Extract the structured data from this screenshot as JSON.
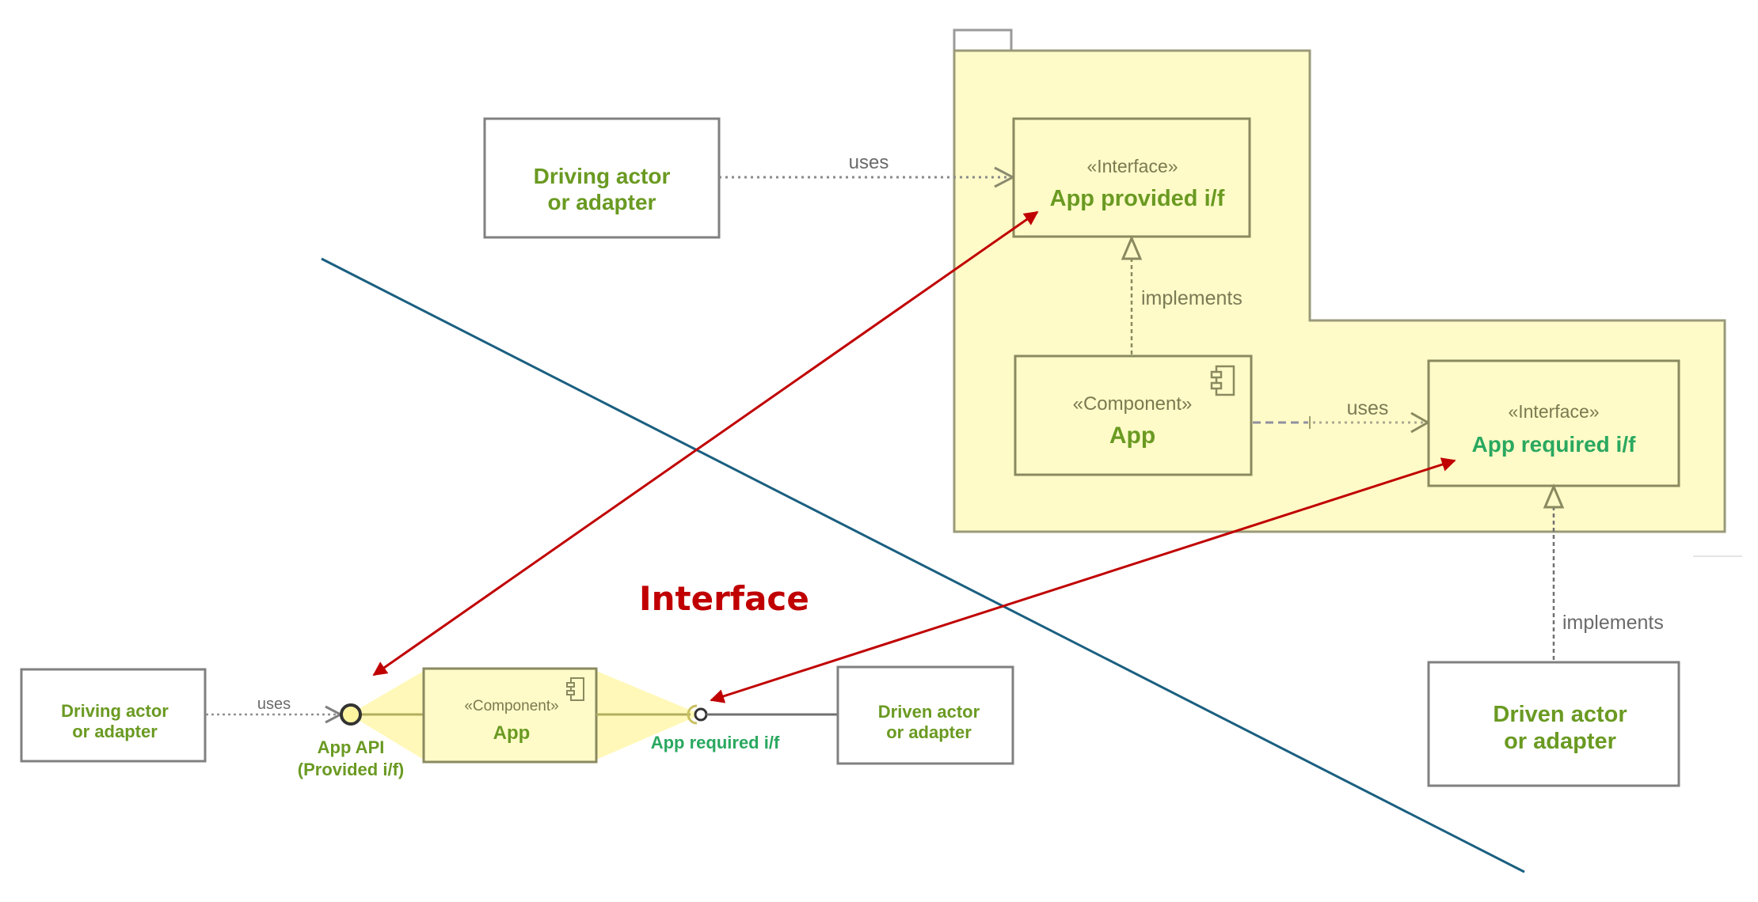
{
  "colors": {
    "package_fill": "#fffbc8",
    "package_stroke": "#9a9a7a",
    "box_stroke": "#8a8a60",
    "actor_stroke": "#808080",
    "text_green": "#6a9a22",
    "text_teal": "#2aa860",
    "annotation_red": "#c00000",
    "divider_blue": "#1a5f80"
  },
  "title": "Interface",
  "top_diagram": {
    "driving_actor": {
      "line1": "Driving actor",
      "line2": "or adapter"
    },
    "uses_label_1": "uses",
    "provided_interface": {
      "stereotype": "«Interface»",
      "name": "App provided i/f"
    },
    "implements_label_1": "implements",
    "component": {
      "stereotype": "«Component»",
      "name": "App"
    },
    "uses_label_2": "uses",
    "required_interface": {
      "stereotype": "«Interface»",
      "name": "App required i/f"
    },
    "implements_label_2": "implements",
    "driven_actor": {
      "line1": "Driven actor",
      "line2": "or adapter"
    }
  },
  "bottom_diagram": {
    "driving_actor": {
      "line1": "Driving actor",
      "line2": "or adapter"
    },
    "uses_label": "uses",
    "provided_port": {
      "line1": "App API",
      "line2": "(Provided i/f)"
    },
    "component": {
      "stereotype": "«Component»",
      "name": "App"
    },
    "required_port": {
      "label": "App required i/f"
    },
    "driven_actor": {
      "line1": "Driven actor",
      "line2": "or adapter"
    }
  }
}
